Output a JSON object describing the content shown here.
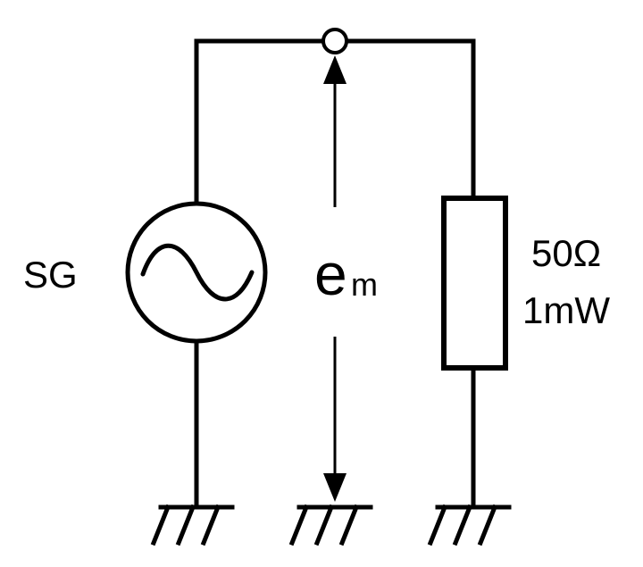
{
  "diagram": {
    "source_label": "SG",
    "voltage_symbol": "e",
    "voltage_subscript": "m",
    "load_resistance": "50Ω",
    "load_power": "1mW"
  }
}
